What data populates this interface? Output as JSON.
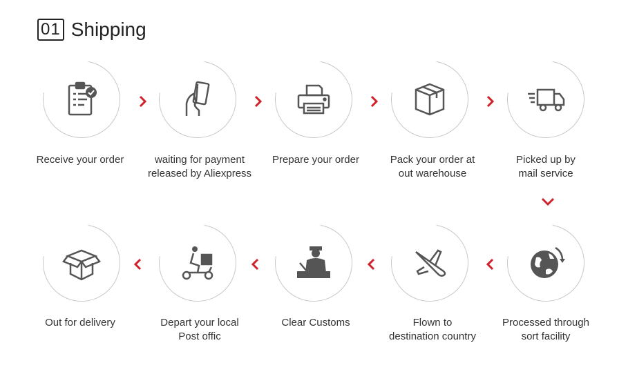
{
  "header": {
    "number": "01",
    "title": "Shipping"
  },
  "colors": {
    "accent": "#d0222a",
    "icon": "#555555",
    "ring": "#c8c8c8"
  },
  "steps": [
    {
      "icon": "clipboard-check-icon",
      "line1": "Receive your order",
      "line2": ""
    },
    {
      "icon": "hand-card-icon",
      "line1": "waiting for payment",
      "line2": "released by Aliexpress"
    },
    {
      "icon": "printer-icon",
      "line1": "Prepare your order",
      "line2": ""
    },
    {
      "icon": "box-icon",
      "line1": "Pack your order at",
      "line2": "out warehouse"
    },
    {
      "icon": "truck-icon",
      "line1": "Picked up by",
      "line2": "mail service"
    },
    {
      "icon": "globe-icon",
      "line1": "Processed through",
      "line2": "sort facility"
    },
    {
      "icon": "airplane-icon",
      "line1": "Flown to",
      "line2": "destination country"
    },
    {
      "icon": "customs-officer-icon",
      "line1": "Clear Customs",
      "line2": ""
    },
    {
      "icon": "scooter-courier-icon",
      "line1": "Depart your local",
      "line2": "Post offic"
    },
    {
      "icon": "open-box-icon",
      "line1": "Out  for delivery",
      "line2": ""
    }
  ]
}
